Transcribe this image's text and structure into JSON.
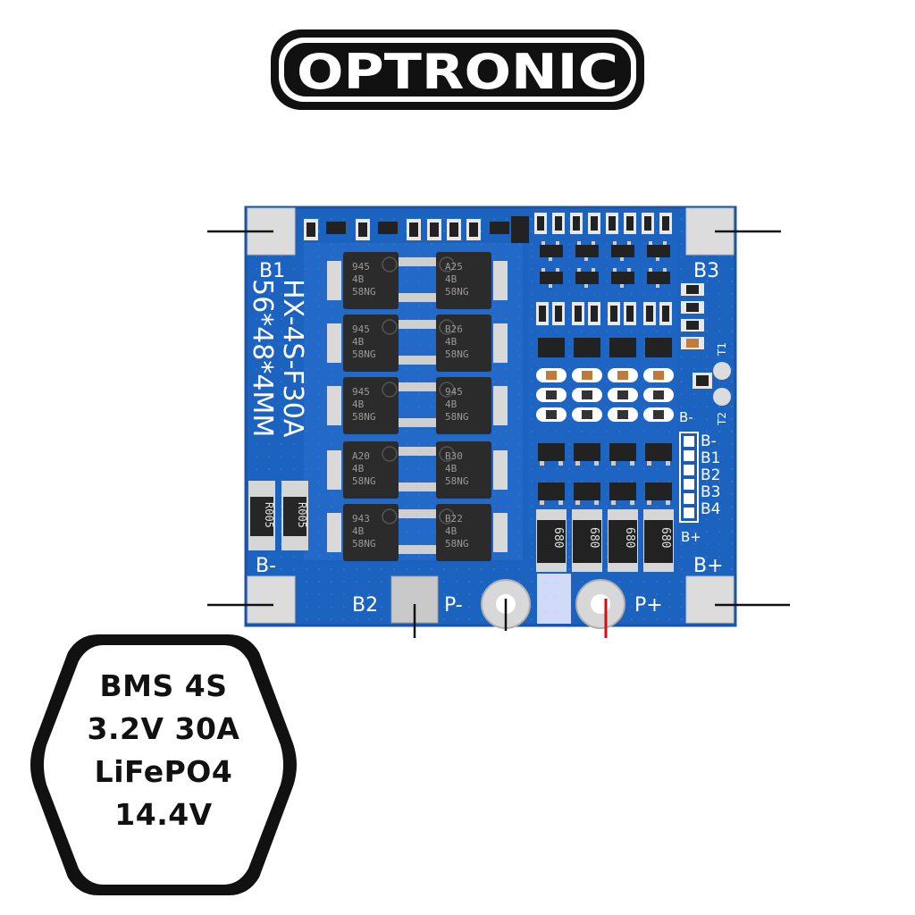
{
  "logo": {
    "text": "OPTRONIC"
  },
  "board": {
    "model": "HX-4S-F30A",
    "size": "56*48*4MM",
    "pads": {
      "b1": "B1",
      "b3": "B3",
      "b_minus": "B-",
      "b_plus": "B+"
    },
    "connector_labels": [
      "B-",
      "B1",
      "B2",
      "B3",
      "B4",
      "B+"
    ],
    "inner_b_minus": "B-",
    "thermistor_labels": [
      "T1",
      "T2"
    ],
    "bottom": {
      "b2": "B2",
      "p_minus": "P-",
      "p_plus": "P+"
    },
    "shunts": [
      "R005",
      "R005"
    ],
    "resistors": [
      "680",
      "680",
      "680",
      "680"
    ],
    "mosfet_marks": [
      [
        "945",
        "4B",
        "58NG"
      ],
      [
        "A25",
        "4B",
        "58NG"
      ],
      [
        "945",
        "4B",
        "58NG"
      ],
      [
        "B26",
        "4B",
        "58NG"
      ],
      [
        "945",
        "4B",
        "58NG"
      ],
      [
        "945",
        "4B",
        "58NG"
      ],
      [
        "A20",
        "4B",
        "58NG"
      ],
      [
        "B30",
        "4B",
        "58NG"
      ],
      [
        "943",
        "4B",
        "58NG"
      ],
      [
        "B22",
        "4B",
        "58NG"
      ]
    ],
    "colors": {
      "pcb": "#1c63c0",
      "trace": "#2a72d2",
      "silkscreen": "#ffffff",
      "pad": "#dcdcdc",
      "mosfet": "#2b2b2b",
      "p_plus_wire": "#d01010"
    }
  },
  "badge": {
    "lines": [
      "BMS 4S",
      "3.2V 30A",
      "LiFePO4",
      "14.4V"
    ]
  }
}
